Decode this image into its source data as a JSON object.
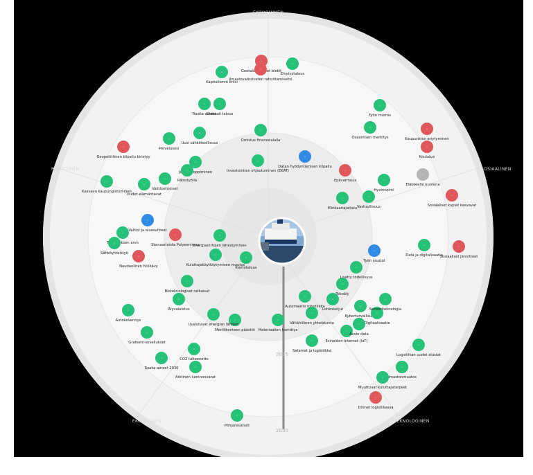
{
  "colors": {
    "background": "#000000",
    "disc": "#f2f2f2",
    "disc_ring": "#e8e8e8",
    "inner_ring": "#e2e2e2",
    "green": "#27c27a",
    "red": "#e0585c",
    "blue": "#2f8be6",
    "gray": "#b4b4b4",
    "timeline": "#8a8a8a"
  },
  "axes": {
    "top": "EKONOMINEN",
    "left": "POLIITTINEN",
    "right": "SOSIAALINEN",
    "bottom_left": "EKOLOGINEN",
    "bottom_right": "TEKNOLOGINEN"
  },
  "timeline": {
    "labels": [
      "2025",
      "2030"
    ]
  },
  "center_image": "harbor-photo",
  "nodes": [
    {
      "label": "Kapitalismin kriisi",
      "color": "green"
    },
    {
      "label": "Geotaloudelliset blokit",
      "color": "red"
    },
    {
      "label": "Elvytystalous",
      "color": "green"
    },
    {
      "label": "Ilmastovaikutusten rahoittamiseksi",
      "color": "red"
    },
    {
      "label": "Raaka-aineet",
      "color": "green"
    },
    {
      "label": "Globaali talous",
      "color": "green"
    },
    {
      "label": "Geopoliittinen kilpailu kiristyy",
      "color": "red"
    },
    {
      "label": "Uusi sähköteollisuus",
      "color": "green"
    },
    {
      "label": "Pelvelusesi",
      "color": "green"
    },
    {
      "label": "Omistus finanssialalla",
      "color": "green"
    },
    {
      "label": "Investointien ohjautuminen (EKAT)",
      "color": "green"
    },
    {
      "label": "Datan hyödyntämisen kilpailu",
      "color": "blue"
    },
    {
      "label": "Jatkuva oppiminen",
      "color": "green"
    },
    {
      "label": "Rikostyöllä",
      "color": "green"
    },
    {
      "label": "Uudet elämäntavat",
      "color": "green"
    },
    {
      "label": "Kasvava kaupungistuminen",
      "color": "green"
    },
    {
      "label": "Vaihtoehtoiset",
      "color": "green"
    },
    {
      "label": "Valtiot ja aluesuhteet",
      "color": "blue"
    },
    {
      "label": "Tutkimuksen arvo",
      "color": "green"
    },
    {
      "label": "Sähköyhteistyö",
      "color": "green"
    },
    {
      "label": "Naudanlihan hiilikävy",
      "color": "red"
    },
    {
      "label": "Skenaarioista Polyeenimaa",
      "color": "red"
    },
    {
      "label": "Energiasiirtojen lähestyminen",
      "color": "green"
    },
    {
      "label": "Kuluttajakäyttäytymisen muutos",
      "color": "green"
    },
    {
      "label": "Kiertotalous",
      "color": "green"
    },
    {
      "label": "Bioteknologiset ratkaisut",
      "color": "green"
    },
    {
      "label": "Älyvalaistus",
      "color": "green"
    },
    {
      "label": "Autokevennys",
      "color": "green"
    },
    {
      "label": "Grafeeni-sovellukset",
      "color": "green"
    },
    {
      "label": "Raaka-aineet 2030",
      "color": "green"
    },
    {
      "label": "CO2 talteenotto",
      "color": "green"
    },
    {
      "label": "Meriliikenteen päästöt",
      "color": "green"
    },
    {
      "label": "Arktinen luonnonvarat",
      "color": "green"
    },
    {
      "label": "Pöhjaresurssit",
      "color": "green"
    },
    {
      "label": "Uusiutuvat energian lähteet",
      "color": "green"
    },
    {
      "label": "Materiaalien kierrätys",
      "color": "green"
    },
    {
      "label": "Automaatio robotiikka",
      "color": "green"
    },
    {
      "label": "Vähähiilinen yhteiskunta",
      "color": "green"
    },
    {
      "label": "Satamat ja logistiikka",
      "color": "green"
    },
    {
      "label": "Esineiden Internet (IoT)",
      "color": "green"
    },
    {
      "label": "Lohkoketjut",
      "color": "green"
    },
    {
      "label": "Tekoäly",
      "color": "green"
    },
    {
      "label": "Lisätty todellisuus",
      "color": "green"
    },
    {
      "label": "Kyberturvallisuus",
      "color": "green"
    },
    {
      "label": "Digitaalisaatio",
      "color": "green"
    },
    {
      "label": "Avoin data",
      "color": "green"
    },
    {
      "label": "Sensoriteknologia",
      "color": "green"
    },
    {
      "label": "Dronet logistiikassa",
      "color": "red"
    },
    {
      "label": "Ilmastonmuutos",
      "color": "green"
    },
    {
      "label": "Elinkaariajattelu",
      "color": "green"
    },
    {
      "label": "Vastuullisuus",
      "color": "green"
    },
    {
      "label": "Sosiaaliset kuplat kasvavat",
      "color": "red"
    },
    {
      "label": "Eläkkeelle nuorena",
      "color": "gray"
    },
    {
      "label": "Kaupunkien eriytyminen",
      "color": "red"
    },
    {
      "label": "Työn murros",
      "color": "green"
    },
    {
      "label": "Osaamisen merkitys",
      "color": "green"
    },
    {
      "label": "Sosiaaliset jännitteet",
      "color": "red"
    },
    {
      "label": "Data ja digitalisaatio",
      "color": "green"
    },
    {
      "label": "Hyvinvointi",
      "color": "green"
    },
    {
      "label": "Työn joustot",
      "color": "blue"
    },
    {
      "label": "Epävarmuus",
      "color": "red"
    },
    {
      "label": "Logistiikan uudet alustat",
      "color": "green"
    },
    {
      "label": "Muuttuvat kuluttajatarpeet",
      "color": "green"
    },
    {
      "label": "Koulutus",
      "color": "red"
    }
  ]
}
